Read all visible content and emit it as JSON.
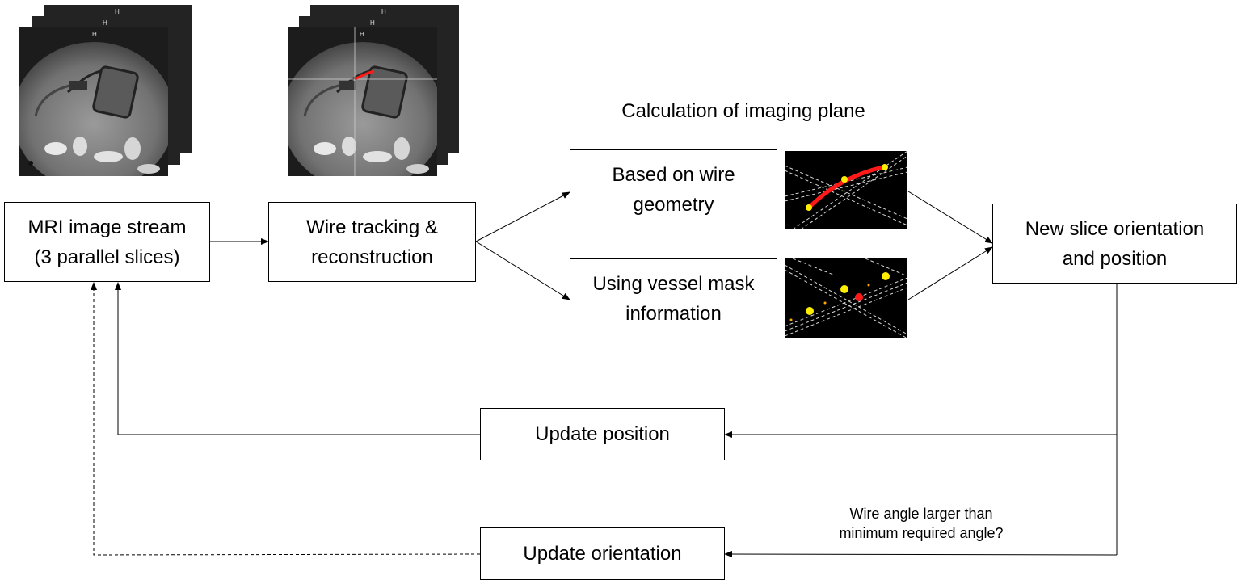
{
  "diagram": {
    "heading": "Calculation of imaging plane",
    "nodes": {
      "mri_stream": "MRI image stream\n(3 parallel slices)",
      "wire_tracking": "Wire tracking &\nreconstruction",
      "wire_geometry": "Based on wire\ngeometry",
      "vessel_mask": "Using vessel mask\ninformation",
      "new_slice": "New slice orientation\nand position",
      "update_position": "Update position",
      "update_orientation": "Update orientation"
    },
    "condition": "Wire angle larger than\nminimum required angle?",
    "mri_marker": "H",
    "colors": {
      "line": "#000000",
      "wire": "#ff1a1a",
      "marker": "#ffee00",
      "plane": "#d8d8d8"
    }
  }
}
